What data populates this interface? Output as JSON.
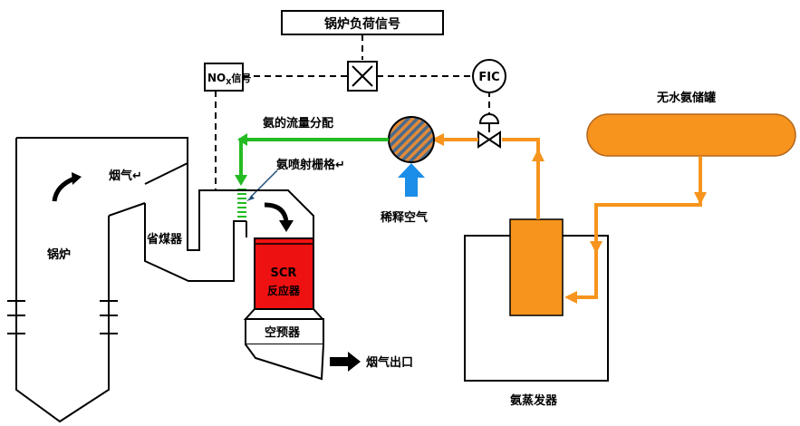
{
  "labels": {
    "boiler_load_signal": "锅炉负荷信号",
    "nox_prefix": "NO",
    "nox_sub": "X",
    "nox_suffix": "信号",
    "fic": "FIC",
    "anhydrous_tank": "无水氨储罐",
    "ammonia_flow_distribution": "氨的流量分配",
    "ammonia_injection_grid": "氨喷射栅格↵",
    "dilution_air": "稀释空气",
    "flue_gas": "烟气↵",
    "economizer": "省煤器",
    "boiler": "锅炉",
    "scr_line1": "SCR",
    "scr_line2": "反应器",
    "air_preheater": "空预器",
    "flue_gas_outlet": "烟气出口",
    "ammonia_evaporator": "氨蒸发器"
  },
  "colors": {
    "ammonia_line": "#f7941d",
    "green_line": "#22bb22",
    "scr_fill": "#ee1111",
    "tank_fill": "#f7941d",
    "blue_arrow": "#1a8ee8",
    "mixer_hatch": "#e08a3a",
    "mixer_base": "#4a6b8c"
  }
}
